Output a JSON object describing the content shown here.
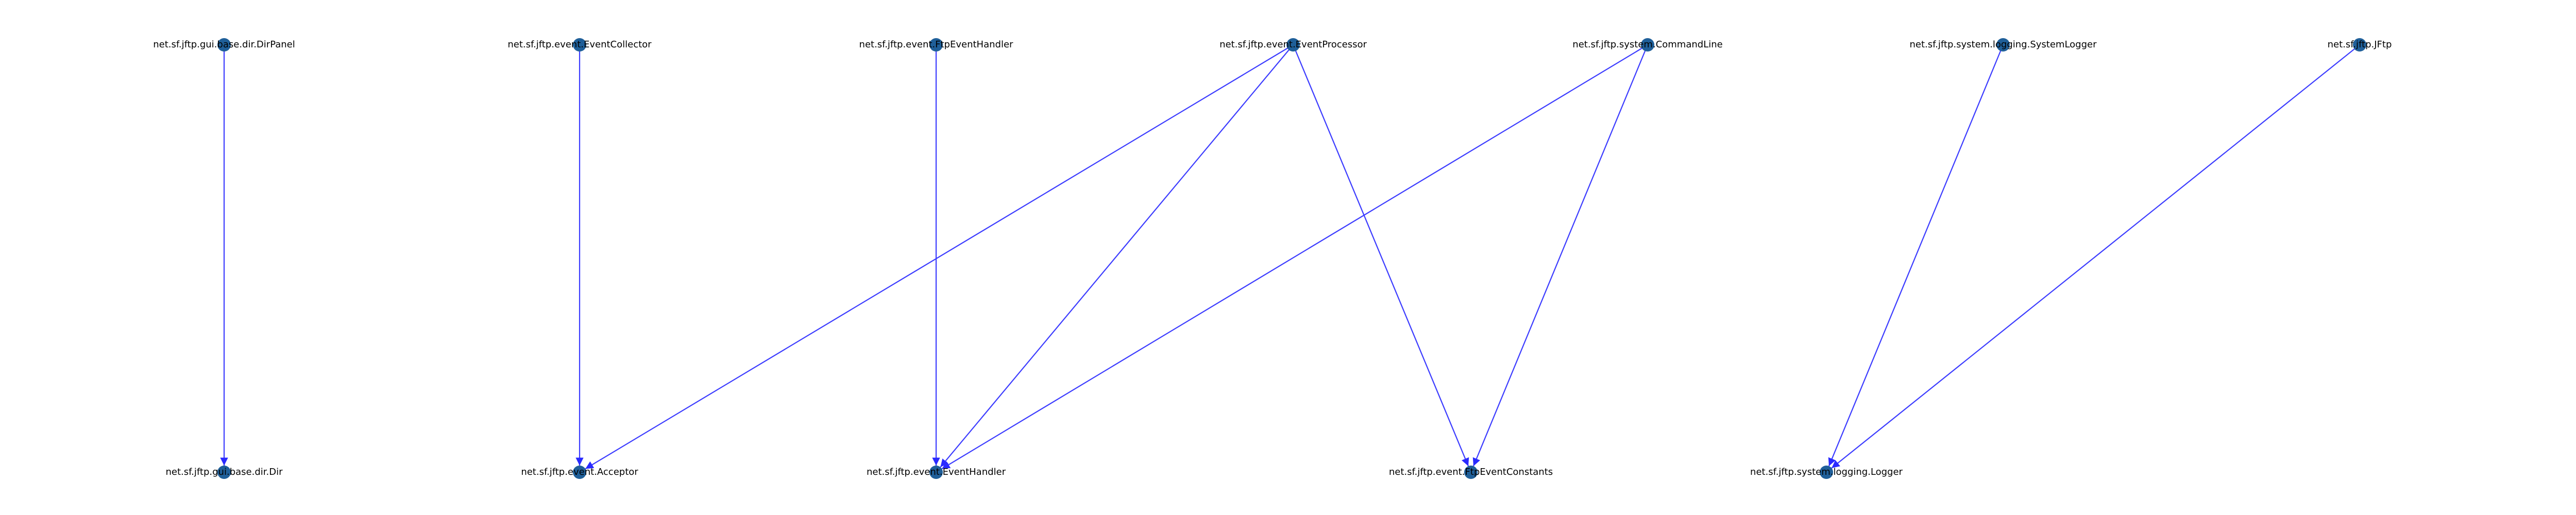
{
  "graph": {
    "type": "dependency-graph",
    "colors": {
      "node_fill": "#1f5f99",
      "edge": "#3b3bff",
      "label": "#000000",
      "background": "#ffffff"
    },
    "nodes": [
      {
        "id": "dirpanel",
        "label": "net.sf.jftp.gui.base.dir.DirPanel",
        "row": "top"
      },
      {
        "id": "eventcollector",
        "label": "net.sf.jftp.event.EventCollector",
        "row": "top"
      },
      {
        "id": "ftpeventhandler",
        "label": "net.sf.jftp.event.FtpEventHandler",
        "row": "top"
      },
      {
        "id": "eventprocessor",
        "label": "net.sf.jftp.event.EventProcessor",
        "row": "top"
      },
      {
        "id": "commandline",
        "label": "net.sf.jftp.system.CommandLine",
        "row": "top"
      },
      {
        "id": "systemlogger",
        "label": "net.sf.jftp.system.logging.SystemLogger",
        "row": "top"
      },
      {
        "id": "jftp",
        "label": "net.sf.jftp.JFtp",
        "row": "top"
      },
      {
        "id": "dir",
        "label": "net.sf.jftp.gui.base.dir.Dir",
        "row": "bottom"
      },
      {
        "id": "acceptor",
        "label": "net.sf.jftp.event.Acceptor",
        "row": "bottom"
      },
      {
        "id": "eventhandler",
        "label": "net.sf.jftp.event.EventHandler",
        "row": "bottom"
      },
      {
        "id": "ftpeventconstants",
        "label": "net.sf.jftp.event.FtpEventConstants",
        "row": "bottom"
      },
      {
        "id": "logger",
        "label": "net.sf.jftp.system.logging.Logger",
        "row": "bottom"
      }
    ],
    "edges": [
      {
        "from": "dirpanel",
        "to": "dir"
      },
      {
        "from": "eventcollector",
        "to": "acceptor"
      },
      {
        "from": "ftpeventhandler",
        "to": "eventhandler"
      },
      {
        "from": "eventprocessor",
        "to": "acceptor"
      },
      {
        "from": "eventprocessor",
        "to": "eventhandler"
      },
      {
        "from": "eventprocessor",
        "to": "ftpeventconstants"
      },
      {
        "from": "commandline",
        "to": "eventhandler"
      },
      {
        "from": "commandline",
        "to": "ftpeventconstants"
      },
      {
        "from": "systemlogger",
        "to": "logger"
      },
      {
        "from": "jftp",
        "to": "logger"
      }
    ]
  }
}
